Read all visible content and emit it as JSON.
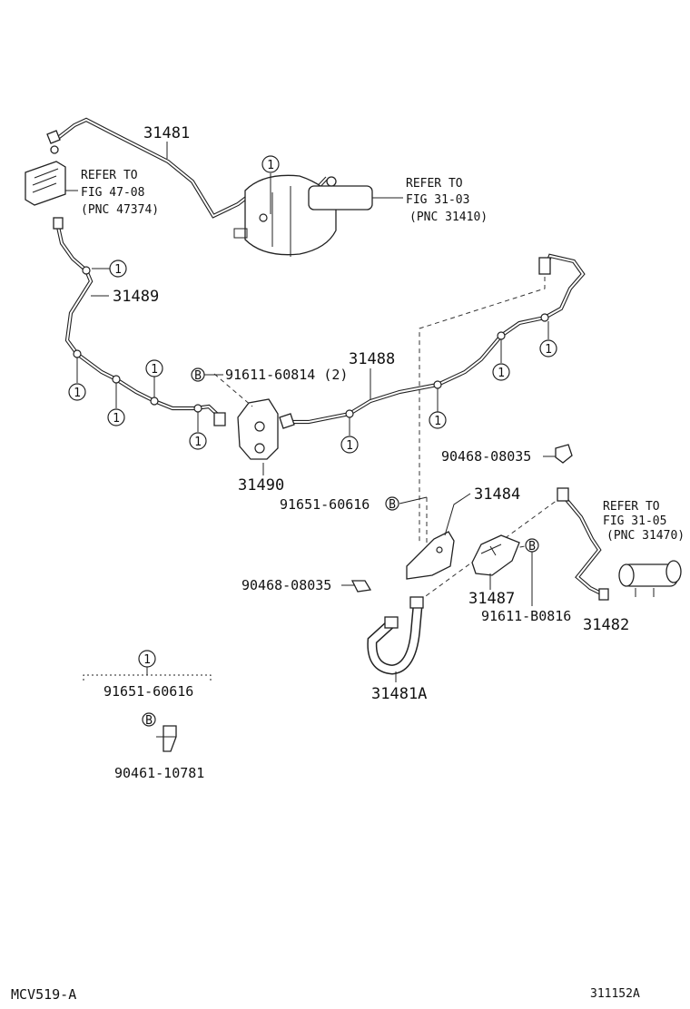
{
  "parts": {
    "p31481": "31481",
    "p31489": "31489",
    "p31488": "31488",
    "p31490": "31490",
    "p31484": "31484",
    "p31487": "31487",
    "p31482": "31482",
    "p31481a": "31481A",
    "p90468_a": "90468-08035",
    "p90468_b": "90468-08035",
    "p91651_a": "91651-60616",
    "p91611_a": "91611-60814 (2)",
    "p91611_b": "91611-B0816"
  },
  "refs": {
    "ref1": {
      "line1": "REFER TO",
      "line2": "FIG 47-08",
      "line3": "(PNC 47374)"
    },
    "ref2": {
      "line1": "REFER TO",
      "line2": "FIG 31-03",
      "line3": "(PNC 31410)"
    },
    "ref3": {
      "line1": "REFER TO",
      "line2": "FIG 31-05",
      "line3": "(PNC 31470)"
    }
  },
  "markers": {
    "clamp": "1",
    "bolt": "B"
  },
  "legend": {
    "kit_marker": "1",
    "kit_part1": "91651-60616",
    "kit_bolt": "B",
    "kit_part2": "90461-10781"
  },
  "footer": {
    "model_code": "MCV519-A",
    "figure_code": "311152A"
  }
}
